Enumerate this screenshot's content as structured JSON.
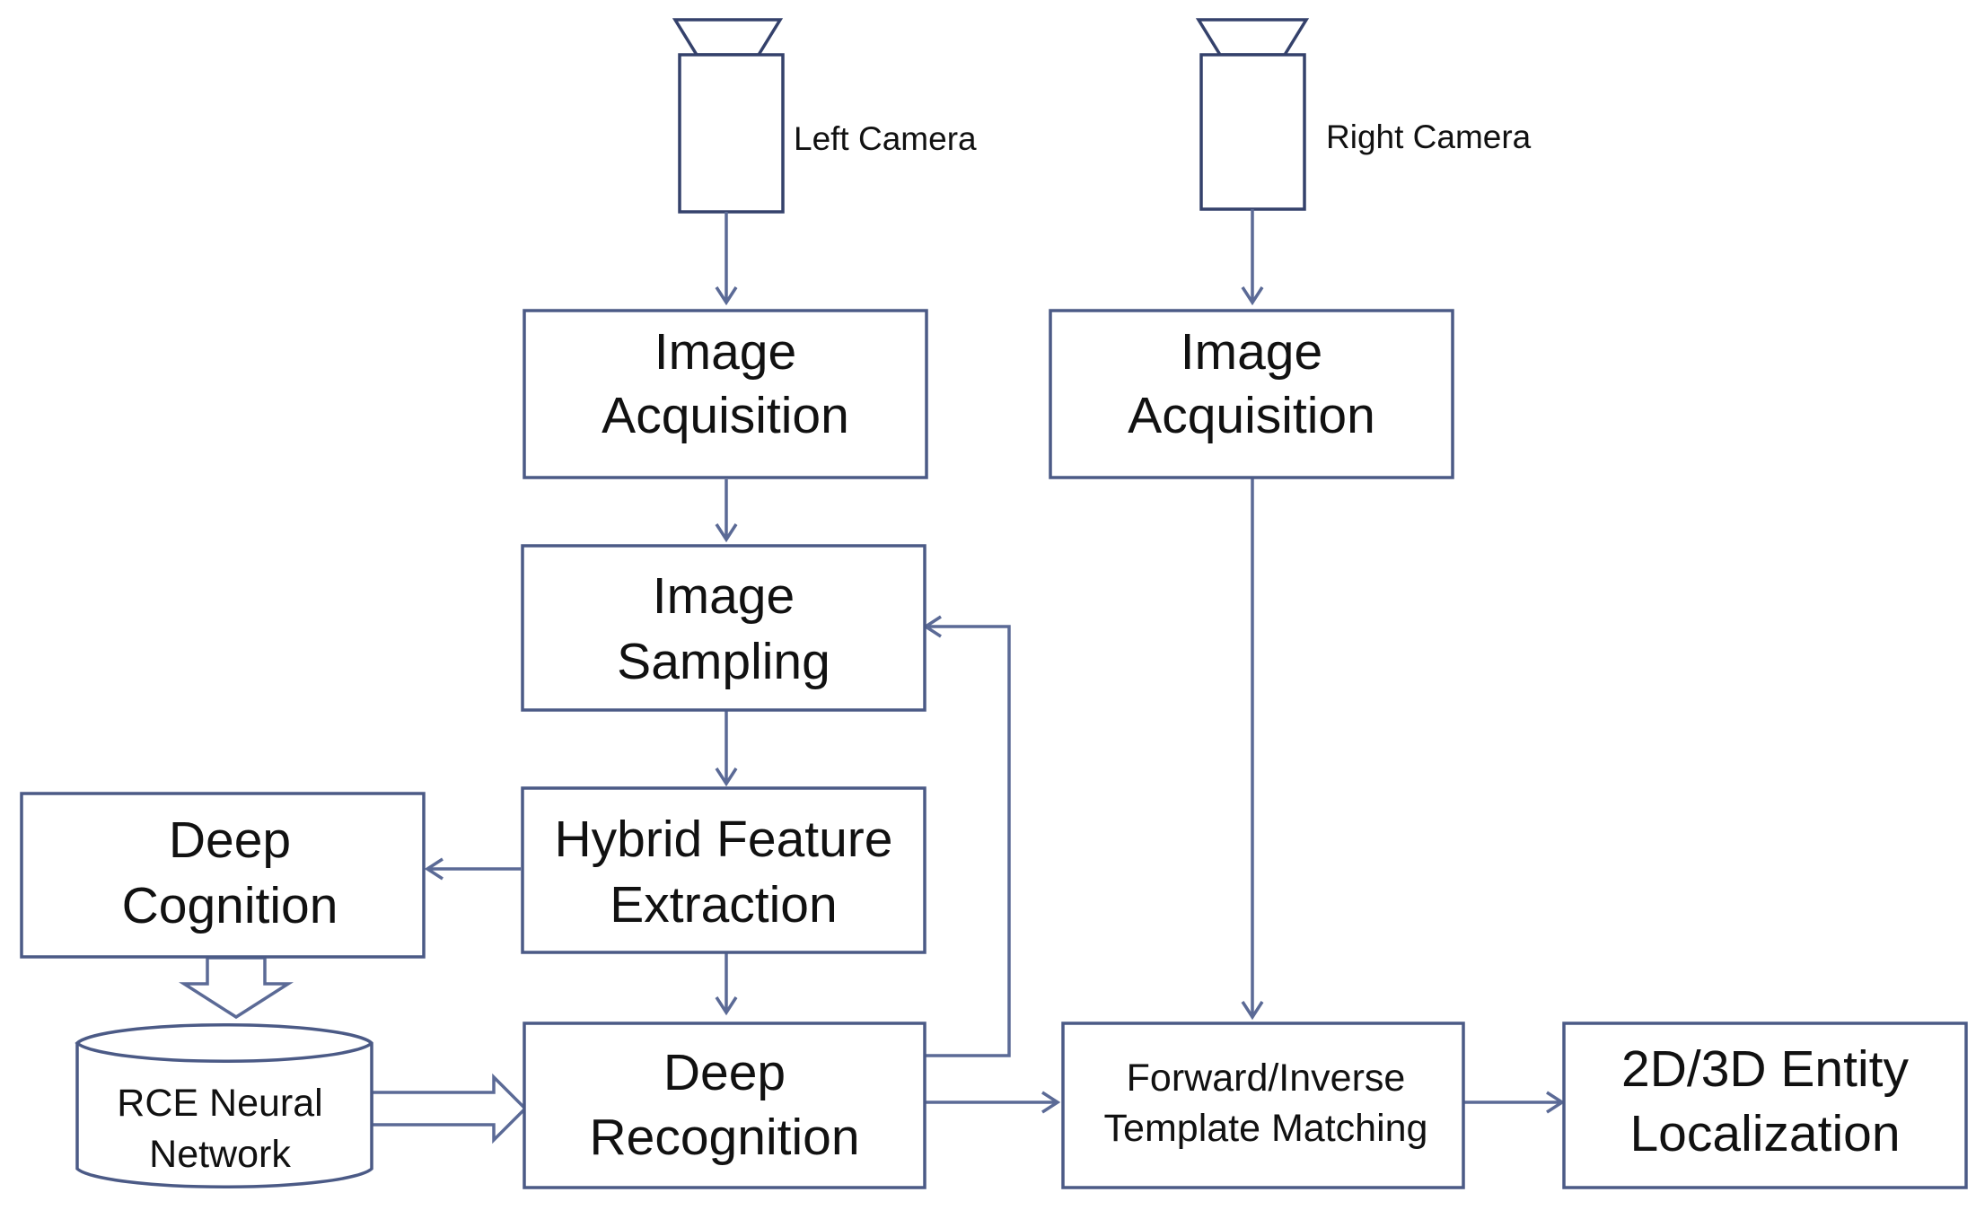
{
  "cameras": {
    "left": {
      "label": "Left Camera"
    },
    "right": {
      "label": "Right Camera"
    }
  },
  "nodes": {
    "left_acquisition": {
      "line1": "Image",
      "line2": "Acquisition"
    },
    "right_acquisition": {
      "line1": "Image",
      "line2": "Acquisition"
    },
    "image_sampling": {
      "line1": "Image",
      "line2": "Sampling"
    },
    "hybrid_feature_extraction": {
      "line1": "Hybrid Feature",
      "line2": "Extraction"
    },
    "deep_cognition": {
      "line1": "Deep",
      "line2": "Cognition"
    },
    "rce_neural_network": {
      "line1": "RCE Neural",
      "line2": "Network"
    },
    "deep_recognition": {
      "line1": "Deep",
      "line2": "Recognition"
    },
    "template_matching": {
      "line1": "Forward/Inverse",
      "line2": "Template Matching"
    },
    "entity_localization": {
      "line1": "2D/3D Entity",
      "line2": "Localization"
    }
  },
  "colors": {
    "box_stroke": "#4b5a86",
    "arrow_stroke": "#5b6a96",
    "camera_stroke": "#34416b",
    "text": "#111111",
    "background": "#ffffff"
  }
}
